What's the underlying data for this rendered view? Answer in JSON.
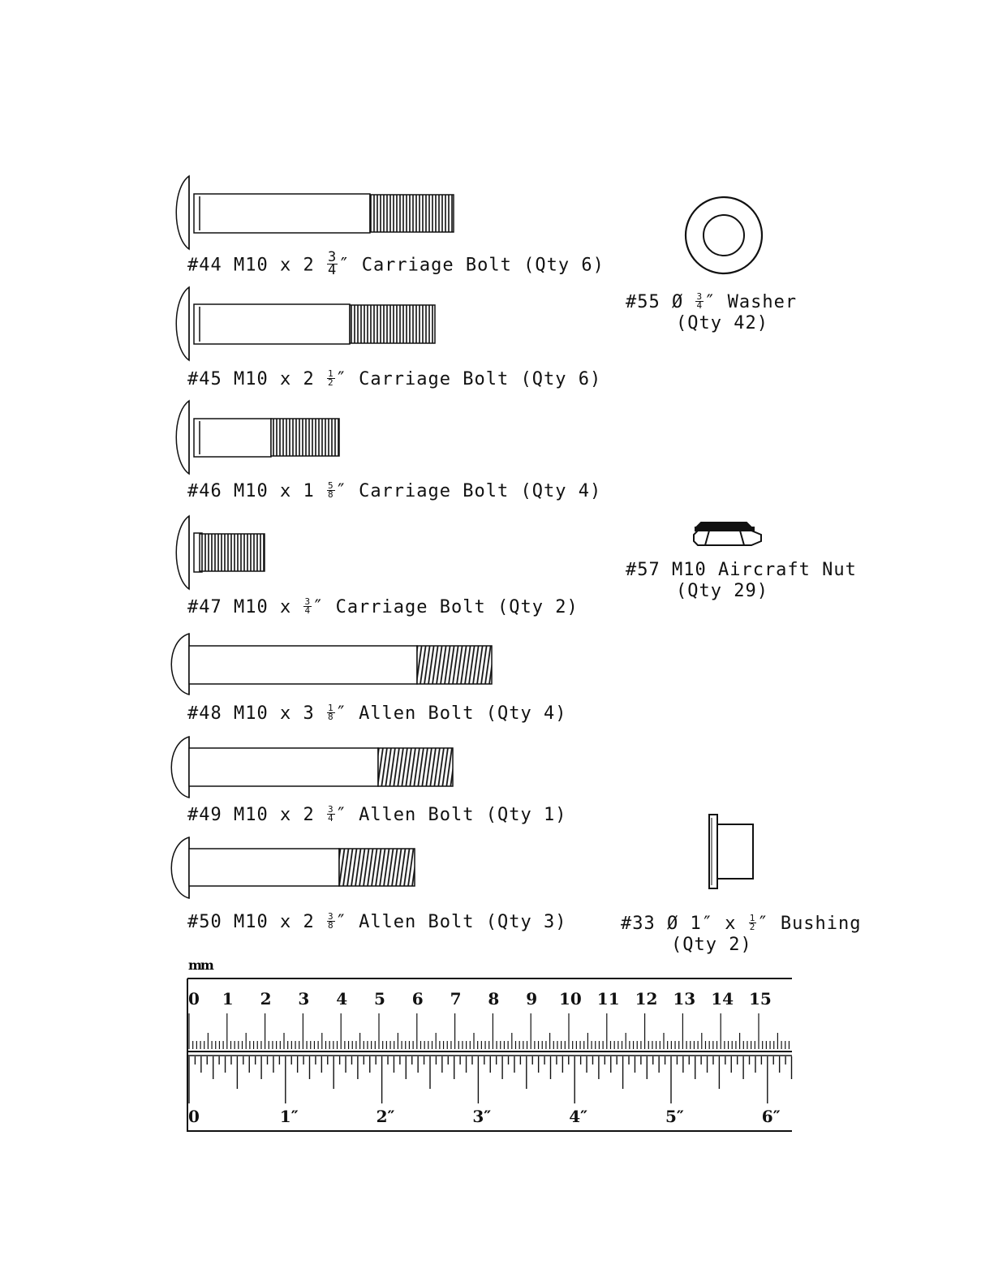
{
  "parts": [
    {
      "id": "44",
      "prefix": "#44 M10 x 2 ",
      "frac_num": "3",
      "frac_den": "4",
      "suffix": "″ Carriage Bolt (Qty 6)"
    },
    {
      "id": "45",
      "prefix": "#45 M10 x 2 ",
      "frac_num": "1",
      "frac_den": "2",
      "suffix": "″ Carriage Bolt (Qty 6)"
    },
    {
      "id": "46",
      "prefix": "#46 M10 x 1 ",
      "frac_num": "5",
      "frac_den": "8",
      "suffix": "″ Carriage Bolt (Qty 4)"
    },
    {
      "id": "47",
      "prefix": "#47 M10 x ",
      "frac_num": "3",
      "frac_den": "4",
      "suffix": "″ Carriage Bolt (Qty 2)"
    },
    {
      "id": "48",
      "prefix": "#48 M10 x 3 ",
      "frac_num": "1",
      "frac_den": "8",
      "suffix": "″ Allen Bolt (Qty 4)"
    },
    {
      "id": "49",
      "prefix": "#49 M10 x 2 ",
      "frac_num": "3",
      "frac_den": "4",
      "suffix": "″ Allen Bolt (Qty 1)"
    },
    {
      "id": "50",
      "prefix": "#50 M10 x 2 ",
      "frac_num": "3",
      "frac_den": "8",
      "suffix": "″ Allen Bolt (Qty 3)"
    },
    {
      "id": "55",
      "prefix": "#55 Ø ",
      "frac_num": "3",
      "frac_den": "4",
      "suffix": "″ Washer",
      "qty": "(Qty 42)"
    },
    {
      "id": "57",
      "text": "#57 M10 Aircraft Nut",
      "qty": "(Qty 29)"
    },
    {
      "id": "33",
      "prefix": "#33 Ø 1″ x ",
      "frac_num": "1",
      "frac_den": "2",
      "suffix": "″ Bushing",
      "qty": "(Qty 2)"
    }
  ],
  "ruler": {
    "mm_label": "mm",
    "cm_labels": [
      "0",
      "1",
      "2",
      "3",
      "4",
      "5",
      "6",
      "7",
      "8",
      "9",
      "10",
      "11",
      "12",
      "13",
      "14",
      "15"
    ],
    "inch_labels": [
      "0",
      "1″",
      "2″",
      "3″",
      "4″",
      "5″",
      "6″"
    ]
  },
  "colors": {
    "ink": "#111111",
    "paper": "#ffffff"
  }
}
